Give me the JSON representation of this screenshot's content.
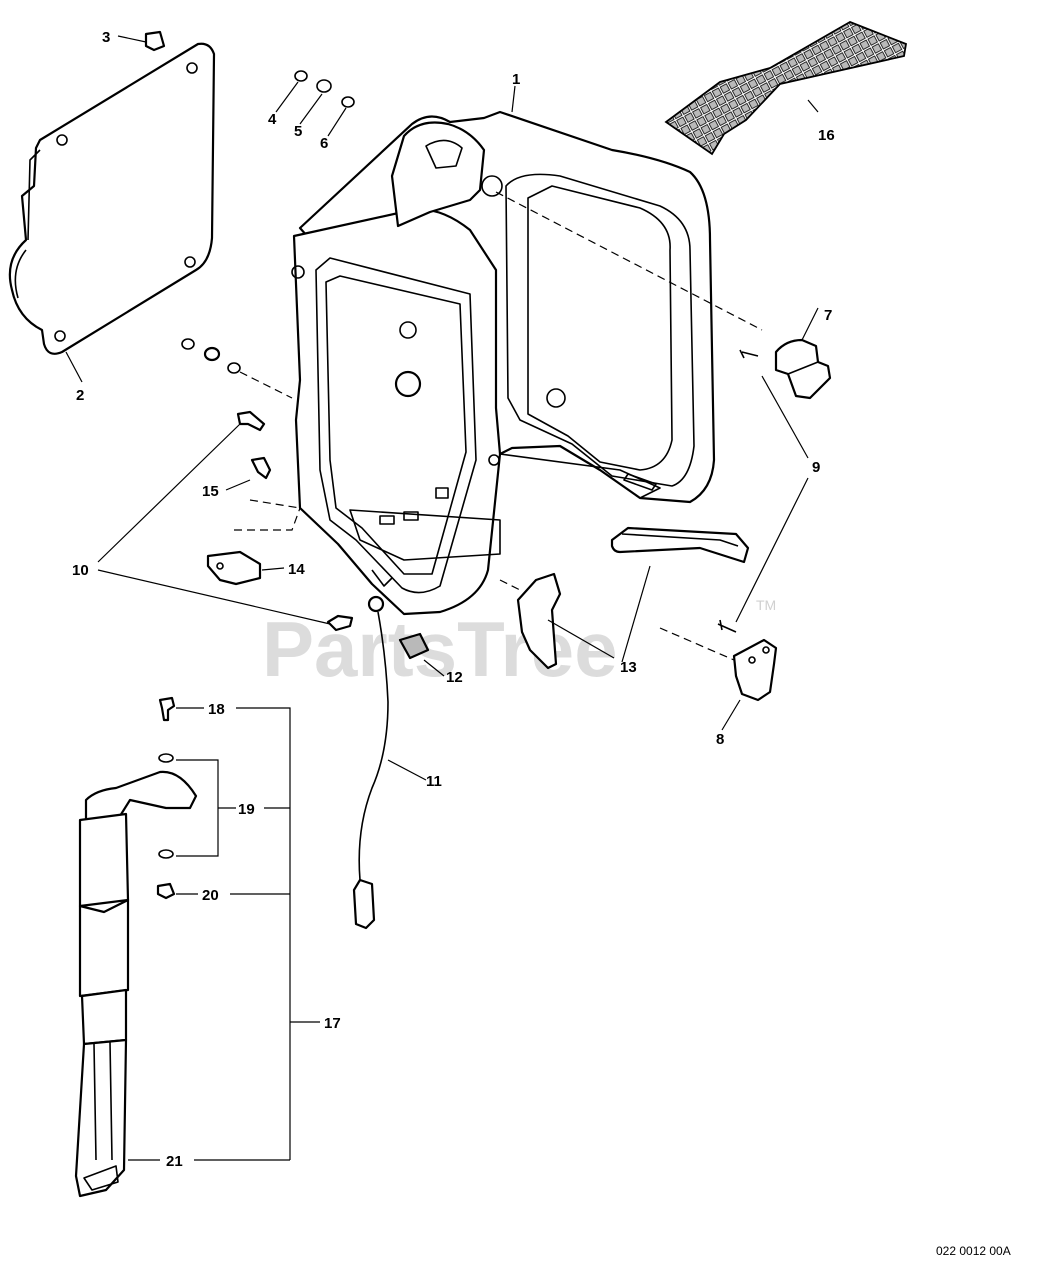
{
  "watermark": {
    "text": "PartsTree",
    "trademark": "TM"
  },
  "diagram_code": "022 0012 00A",
  "callouts": {
    "c1": "1",
    "c2": "2",
    "c3": "3",
    "c4": "4",
    "c5": "5",
    "c6": "6",
    "c7": "7",
    "c8": "8",
    "c9": "9",
    "c10": "10",
    "c11": "11",
    "c12": "12",
    "c13": "13",
    "c14": "14",
    "c15": "15",
    "c16": "16",
    "c17": "17",
    "c18": "18",
    "c19": "19",
    "c20": "20",
    "c21": "21"
  },
  "colors": {
    "line": "#000000",
    "grid_fill": "#b9b9b9",
    "watermark": "#d9d9d9",
    "background": "#ffffff"
  }
}
